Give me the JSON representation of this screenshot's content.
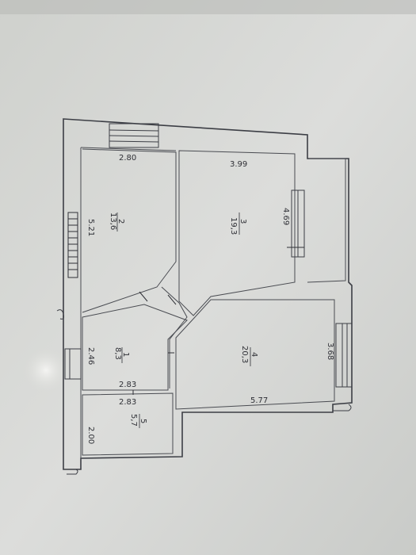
{
  "rooms": [
    {
      "number": "1",
      "area": "8,3",
      "dim": "2.46"
    },
    {
      "number": "2",
      "area": "13,6",
      "dim": "5.21"
    },
    {
      "number": "3",
      "area": "19,3",
      "dim": "4.69"
    },
    {
      "number": "4",
      "area": "20,3",
      "dim": "3.68"
    },
    {
      "number": "5",
      "area": "5,7",
      "dim": "2.00"
    }
  ],
  "dimensions": {
    "room2_width": "2.80",
    "room3_width": "3.99",
    "room1_width": "2.83",
    "room5_width": "2.83",
    "room4_width": "5.77"
  }
}
